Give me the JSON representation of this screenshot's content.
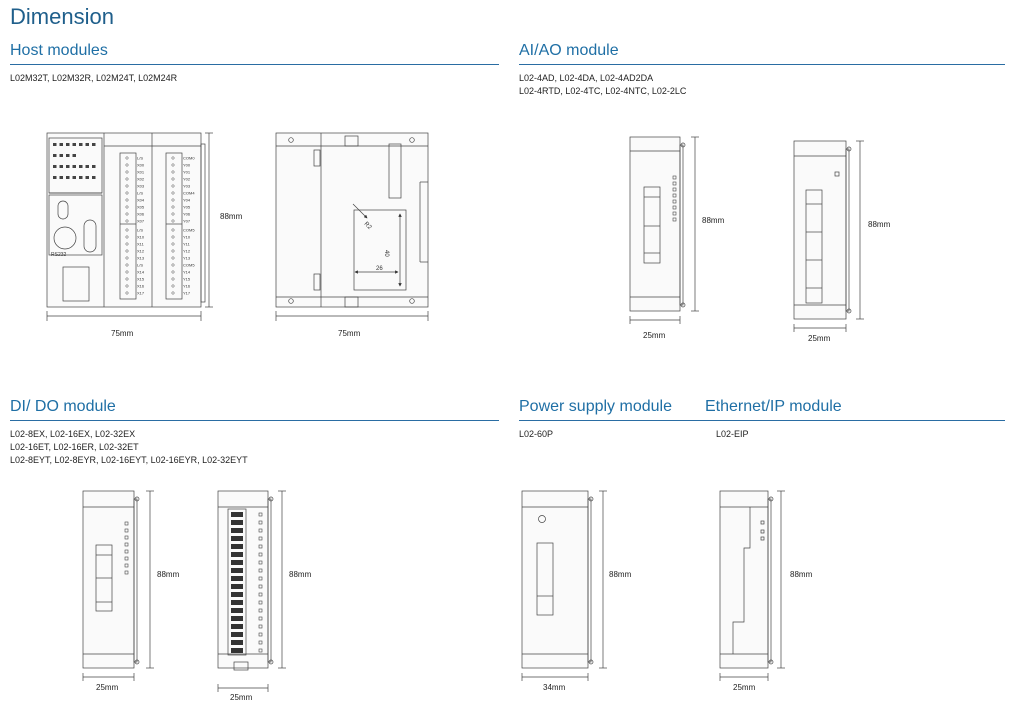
{
  "page_title": "Dimension",
  "sections": {
    "host": {
      "title": "Host modules",
      "models": [
        "L02M32T, L02M32R, L02M24T, L02M24R"
      ],
      "front": {
        "width": "75mm",
        "height": "88mm",
        "port_label": "RS232"
      },
      "side": {
        "width": "75mm",
        "dim_40": "40",
        "dim_26": "26",
        "dim_radius": "R2"
      }
    },
    "aiao": {
      "title": "AI/AO module",
      "models": [
        "L02-4AD, L02-4DA, L02-4AD2DA",
        "L02-4RTD, L02-4TC, L02-4NTC, L02-2LC"
      ],
      "view1": {
        "width": "25mm",
        "height": "88mm"
      },
      "view2": {
        "width": "25mm",
        "height": "88mm"
      }
    },
    "dido": {
      "title": "DI/ DO module",
      "models": [
        "L02-8EX, L02-16EX, L02-32EX",
        "L02-16ET, L02-16ER, L02-32ET",
        "L02-8EYT, L02-8EYR, L02-16EYT, L02-16EYR, L02-32EYT"
      ],
      "view1": {
        "width": "25mm",
        "height": "88mm"
      },
      "view2": {
        "width": "25mm",
        "height": "88mm"
      }
    },
    "power": {
      "title": "Power supply module",
      "models": [
        "L02-60P"
      ],
      "view": {
        "width": "34mm",
        "height": "88mm"
      }
    },
    "ethernet": {
      "title": "Ethernet/IP module",
      "models": [
        "L02-EIP"
      ],
      "view": {
        "width": "25mm",
        "height": "88mm"
      }
    }
  },
  "terminals": {
    "left_top": [
      "L/S",
      "X00",
      "X01",
      "X02",
      "X03",
      "L/S",
      "X04",
      "X05",
      "X06",
      "X07"
    ],
    "left_bottom": [
      "L/S",
      "X10",
      "X11",
      "X12",
      "X13",
      "L/S",
      "X14",
      "X15",
      "X16",
      "X17"
    ],
    "right_top": [
      "COM0",
      "Y00",
      "Y01",
      "Y02",
      "Y03",
      "COM4",
      "Y04",
      "Y05",
      "Y06",
      "Y07"
    ],
    "right_bottom": [
      "COM5",
      "Y10",
      "Y11",
      "Y12",
      "Y13",
      "COM5",
      "Y14",
      "Y15",
      "Y16",
      "Y17"
    ]
  }
}
